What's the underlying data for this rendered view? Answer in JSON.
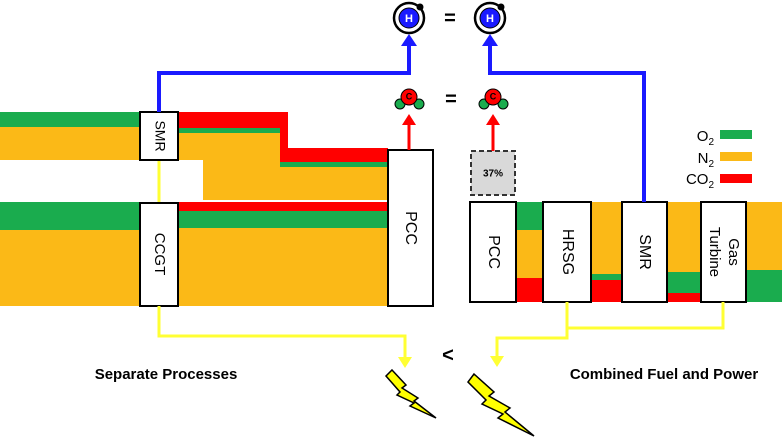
{
  "colors": {
    "o2": "#1aac4e",
    "n2": "#fbb917",
    "co2": "#ff0000",
    "h2_line": "#1a1aff",
    "power_line": "#ffff33",
    "bolt": "#ffff00",
    "co2_molecule_c": "#ff0000",
    "co2_molecule_o": "#1aac4e"
  },
  "legend": [
    {
      "id": "o2",
      "main": "O",
      "sub": "2"
    },
    {
      "id": "n2",
      "main": "N",
      "sub": "2"
    },
    {
      "id": "co2",
      "main": "CO",
      "sub": "2"
    }
  ],
  "separate": {
    "title": "Separate Processes",
    "smr_label": "SMR",
    "ccgt_label": "CCGT",
    "pcc_label": "PCC"
  },
  "combined": {
    "title": "Combined Fuel and Power",
    "pcc_label": "PCC",
    "hrsg_label": "HRSG",
    "smr_label": "SMR",
    "gt_label_line1": "Gas",
    "gt_label_line2": "Turbine",
    "reduction_label": "37%"
  },
  "comparison": {
    "equals_h2": "=",
    "equals_co2": "=",
    "less_than": "<"
  },
  "icons": {
    "hydrogen_letter": "H",
    "carbon_letter": "C"
  }
}
